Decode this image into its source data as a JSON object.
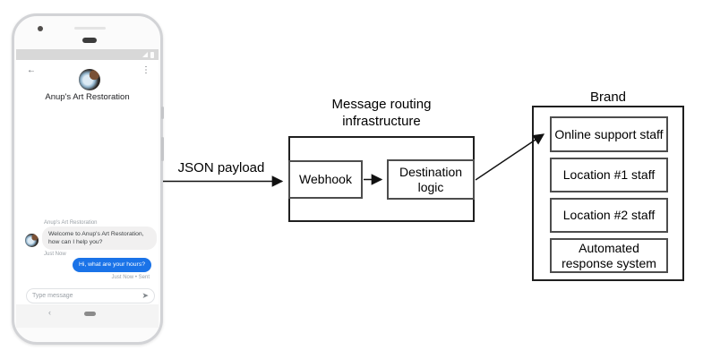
{
  "phone": {
    "status": {
      "signal_icon": "signal-triangle",
      "battery_icon": "battery"
    },
    "header": {
      "back_icon": "←",
      "menu_icon": "⋮",
      "title": "Anup's Art Restoration"
    },
    "chat": {
      "sender_label": "Anup's Art Restoration",
      "incoming_text": "Welcome to Anup's Art Restoration, how can I help you?",
      "incoming_time": "Just Now",
      "outgoing_text": "Hi, what are your hours?",
      "outgoing_time": "Just Now • Sent"
    },
    "composer": {
      "placeholder": "Type message",
      "send_icon": "➤"
    },
    "nav": {
      "back_icon": "‹"
    }
  },
  "diagram": {
    "payload_label": "JSON payload",
    "routing_title": "Message routing infrastructure",
    "webhook_label": "Webhook",
    "destination_label": "Destination logic",
    "brand_title": "Brand",
    "brand_items": [
      "Online support staff",
      "Location #1 staff",
      "Location #2 staff",
      "Automated response system"
    ]
  },
  "colors": {
    "outgoing_bubble": "#1a73e8",
    "incoming_bubble": "#f1f0f0",
    "status_bar": "#d8d8d8",
    "box_border": "#1f1f1f"
  }
}
